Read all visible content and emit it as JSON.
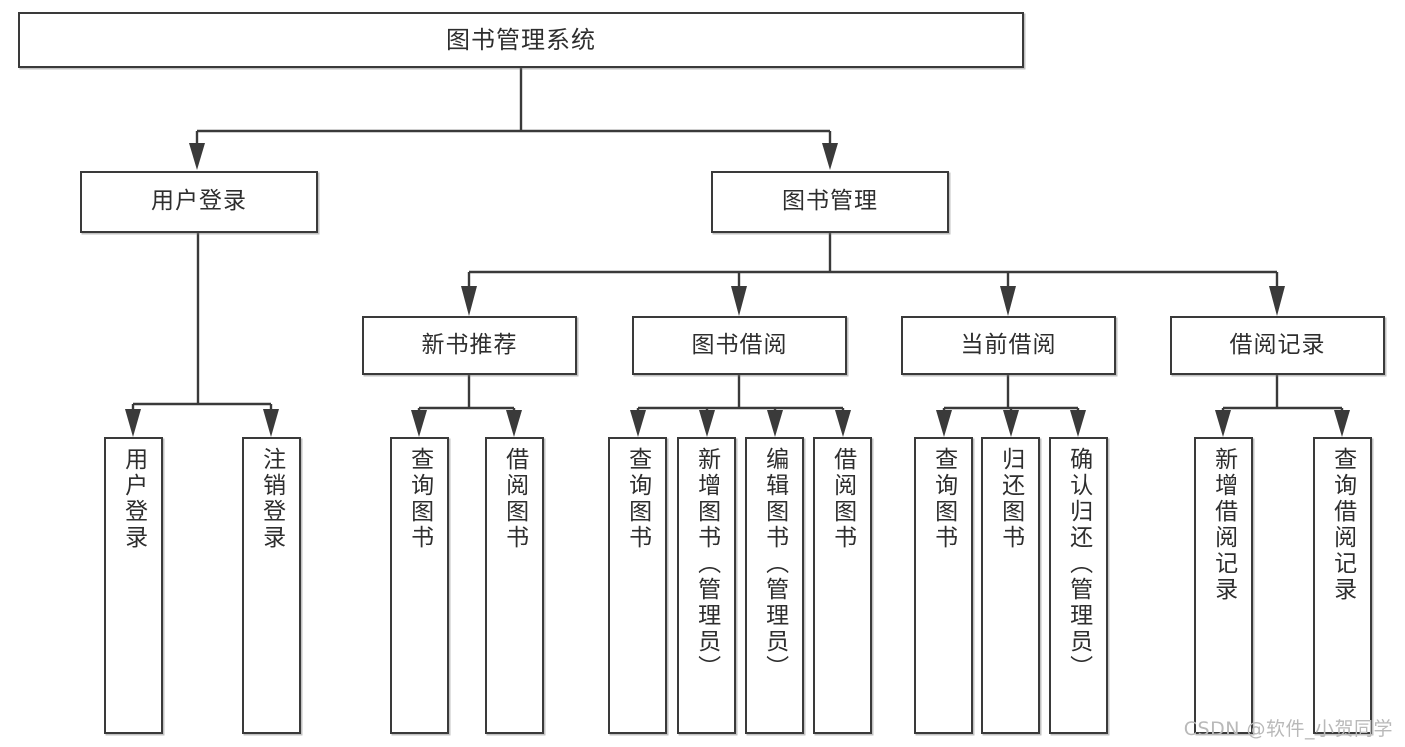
{
  "diagram": {
    "kind": "tree",
    "title": "图书管理系统",
    "watermark": "CSDN @软件_小贺同学",
    "colors": {
      "background": "#ffffff",
      "box_fill": "#ffffff",
      "box_border": "#3a3a3a",
      "text": "#2e2e2e",
      "connector": "#3a3a3a",
      "watermark": "#b9b9b9"
    },
    "levels": {
      "root": "图书管理系统",
      "level2": [
        "用户登录",
        "图书管理"
      ],
      "level3": [
        "新书推荐",
        "图书借阅",
        "当前借阅",
        "借阅记录"
      ]
    },
    "nodes": {
      "root": {
        "label": "图书管理系统"
      },
      "user_login": {
        "label": "用户登录"
      },
      "book_manage": {
        "label": "图书管理"
      },
      "new_book_rec": {
        "label": "新书推荐"
      },
      "book_borrow": {
        "label": "图书借阅"
      },
      "current_borrow": {
        "label": "当前借阅"
      },
      "borrow_record": {
        "label": "借阅记录"
      },
      "leaf_user_login": {
        "label": "用户登录"
      },
      "leaf_user_logout": {
        "label": "注销登录"
      },
      "leaf_query_book_1": {
        "label": "查询图书"
      },
      "leaf_borrow_book_1": {
        "label": "借阅图书"
      },
      "leaf_query_book_2": {
        "label": "查询图书"
      },
      "leaf_add_book": {
        "label": "新增图书（管理员）"
      },
      "leaf_edit_book": {
        "label": "编辑图书（管理员）"
      },
      "leaf_borrow_book_2": {
        "label": "借阅图书"
      },
      "leaf_query_book_3": {
        "label": "查询图书"
      },
      "leaf_return_book": {
        "label": "归还图书"
      },
      "leaf_confirm_return": {
        "label": "确认归还（管理员）"
      },
      "leaf_add_record": {
        "label": "新增借阅记录"
      },
      "leaf_query_record": {
        "label": "查询借阅记录"
      }
    },
    "edges": [
      {
        "from": "root",
        "to": "user_login"
      },
      {
        "from": "root",
        "to": "book_manage"
      },
      {
        "from": "user_login",
        "to": "leaf_user_login"
      },
      {
        "from": "user_login",
        "to": "leaf_user_logout"
      },
      {
        "from": "book_manage",
        "to": "new_book_rec"
      },
      {
        "from": "book_manage",
        "to": "book_borrow"
      },
      {
        "from": "book_manage",
        "to": "current_borrow"
      },
      {
        "from": "book_manage",
        "to": "borrow_record"
      },
      {
        "from": "new_book_rec",
        "to": "leaf_query_book_1"
      },
      {
        "from": "new_book_rec",
        "to": "leaf_borrow_book_1"
      },
      {
        "from": "book_borrow",
        "to": "leaf_query_book_2"
      },
      {
        "from": "book_borrow",
        "to": "leaf_add_book"
      },
      {
        "from": "book_borrow",
        "to": "leaf_edit_book"
      },
      {
        "from": "book_borrow",
        "to": "leaf_borrow_book_2"
      },
      {
        "from": "current_borrow",
        "to": "leaf_query_book_3"
      },
      {
        "from": "current_borrow",
        "to": "leaf_return_book"
      },
      {
        "from": "current_borrow",
        "to": "leaf_confirm_return"
      },
      {
        "from": "borrow_record",
        "to": "leaf_add_record"
      },
      {
        "from": "borrow_record",
        "to": "leaf_query_record"
      }
    ]
  }
}
